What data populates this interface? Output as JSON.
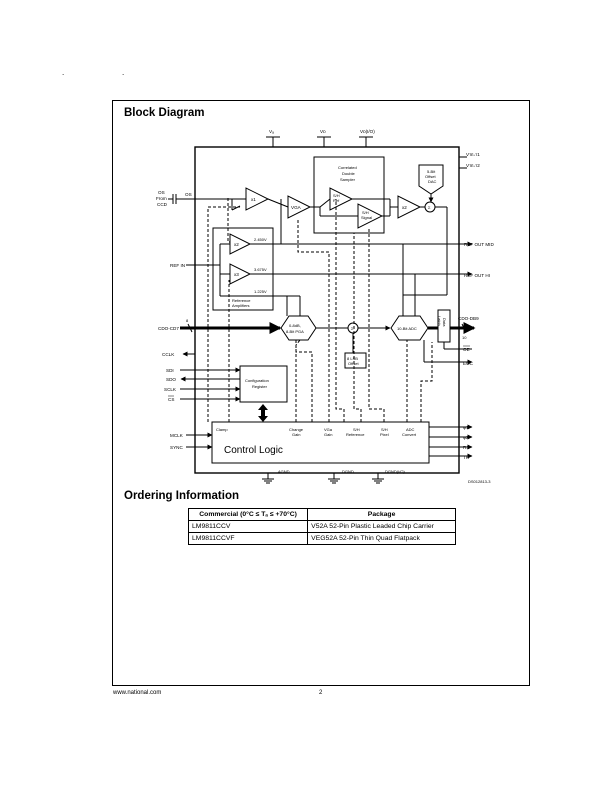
{
  "page": {
    "block_title": "Block Diagram",
    "ordering_title": "Ordering Information",
    "footer_left": "www.national.com",
    "footer_page": "2"
  },
  "diagram": {
    "top_pins": {
      "va": "Vₐ",
      "vd": "Vᴅ",
      "vdio": "Vᴅ(I/O)"
    },
    "test_pins": [
      "Vᴛᴇₛᴛ1",
      "Vᴛᴇₛᴛ2"
    ],
    "os_label": "OS\nFrom\nCCD",
    "os_pin": "OS",
    "cds_box": "Correlated\nDouble\nSampler",
    "offset_dac": "5-Bit\nOffset\nDAC",
    "x1_amp": "x1",
    "vga_amp": "VGA",
    "sh_ref": "S/H\nRef",
    "sh_signal": "S/H\nSignal",
    "x2_amp": "x2",
    "ref_amp_1": "x2",
    "ref_amp_2": "x3",
    "ref_v1": "2.450V",
    "ref_v2": "3.675V",
    "ref_v3": "1.225V",
    "ref_amps_label": "Reference\nAmplifiers",
    "ref_in": "REF IN",
    "ref_out_mid": "REF OUT MID",
    "ref_out_hi": "REF OUT HI",
    "cdo_in": "CDO-CD7",
    "bus_width": "8",
    "pga": "0-8dB,\n8-Bit PGA",
    "adc": "10-Bit ADC",
    "lsb_offset": "8 LSB\nOffset",
    "data_latch": "Data\nLatch",
    "data_out": "CDO-DB9",
    "data_width": "10",
    "oe_pin": "OE",
    "eoc_pin": "EOC",
    "cclk": "CCLK",
    "sdi": "SDI",
    "sdo": "SDO",
    "sclk": "SCLK",
    "cs": "CS",
    "config_reg": "Configuration\nRegister",
    "mclk": "MCLK",
    "sync": "SYNC",
    "ctl_clamp": "Clamp",
    "ctl_change_gain": "Change\nGain",
    "ctl_vga_gain": "VGa\nGain",
    "ctl_sh_ref": "S/H\nReference",
    "ctl_sh_pixel": "S/H\nPixel",
    "ctl_adc_convert": "ADC\nConvert",
    "control_logic": "Control Logic",
    "phi_outputs": [
      "φ1",
      "φ2",
      "RS",
      "TR"
    ],
    "agnd": "AGND",
    "dgnd": "DGND",
    "dgnd_io": "DGND(I/O)",
    "doc_id": "DS012813-3"
  },
  "ordering": {
    "headers": [
      "Commercial (0°C ≤ Tₐ ≤ +70°C)",
      "Package"
    ],
    "rows": [
      [
        "LM9811CCV",
        "V52A 52-Pin Plastic Leaded Chip Carrier"
      ],
      [
        "LM9811CCVF",
        "VEG52A 52-Pin Thin Quad Flatpack"
      ]
    ]
  }
}
